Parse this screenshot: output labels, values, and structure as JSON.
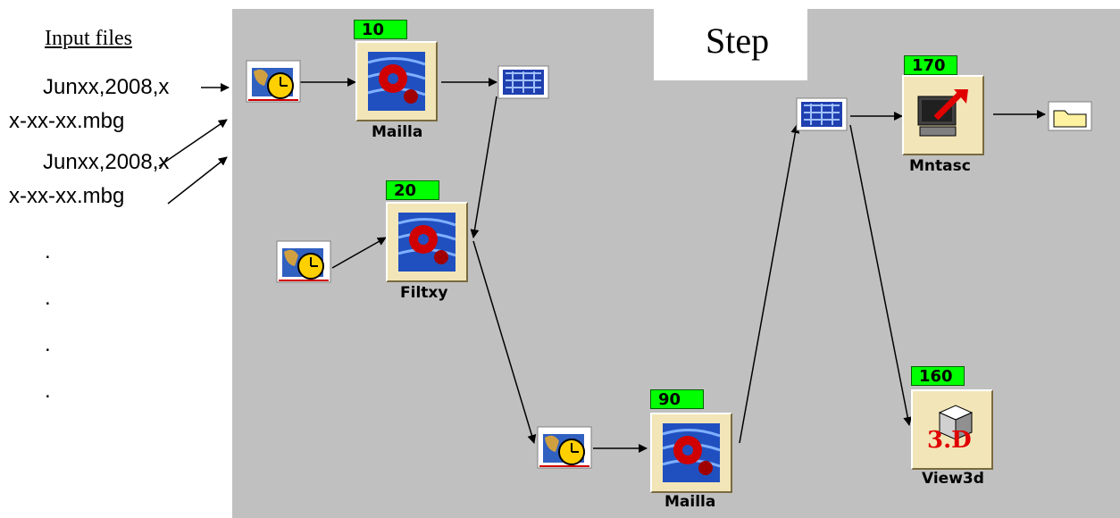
{
  "left_panel": {
    "title": "Input files",
    "files": [
      {
        "line1": "Junxx,2008,x",
        "line2": "x-xx-xx.mbg"
      },
      {
        "line1": "Junxx,2008,x",
        "line2": "x-xx-xx.mbg"
      }
    ],
    "dots": [
      ".",
      ".",
      ".",
      "."
    ]
  },
  "step_label": "Step",
  "nodes": [
    {
      "id": "mailla-top",
      "badge": "10",
      "label": "Mailla"
    },
    {
      "id": "filtxy",
      "badge": "20",
      "label": "Filtxy"
    },
    {
      "id": "mailla-bottom",
      "badge": "90",
      "label": "Mailla"
    },
    {
      "id": "mntasc",
      "badge": "170",
      "label": "Mntasc"
    },
    {
      "id": "view3d",
      "badge": "160",
      "label": "View3d",
      "icon_text": "3.D"
    }
  ],
  "colors": {
    "panel": "#c0c0c0",
    "badge": "#00ff00",
    "node": "#f2e6b8"
  }
}
